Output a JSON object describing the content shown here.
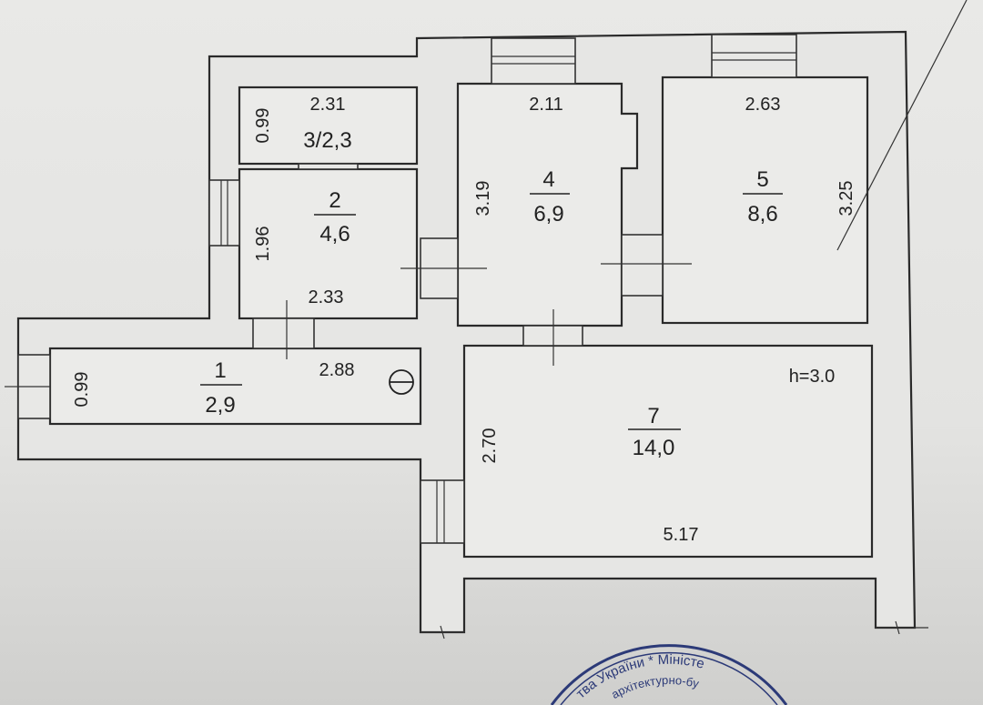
{
  "plan": {
    "height_label": "h=3.0",
    "rooms": [
      {
        "id": "1",
        "area": "2,9",
        "dims": [
          "2.88",
          "0.99"
        ]
      },
      {
        "id": "2",
        "area": "4,6",
        "dims": [
          "2.33",
          "1.96"
        ]
      },
      {
        "id": "3",
        "label": "3/2,3",
        "dims": [
          "2.31",
          "0.99"
        ]
      },
      {
        "id": "4",
        "area": "6,9",
        "dims": [
          "2.11",
          "3.19"
        ]
      },
      {
        "id": "5",
        "area": "8,6",
        "dims": [
          "2.63",
          "3.25"
        ]
      },
      {
        "id": "7",
        "area": "14,0",
        "dims": [
          "5.17",
          "2.70"
        ]
      }
    ]
  },
  "stamp": {
    "line1": "тва України * Міністе",
    "line2": "архітектурно-бу"
  }
}
